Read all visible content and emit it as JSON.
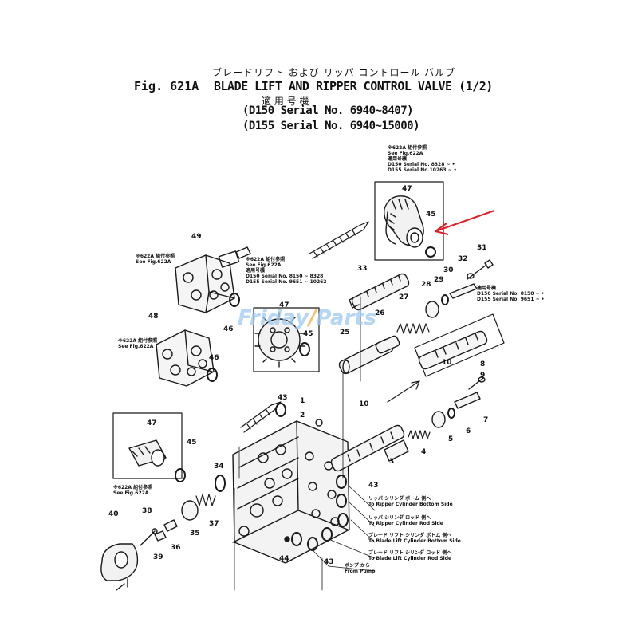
{
  "header": {
    "jp_title": "ブレードリフト および リッパ コントロール バルブ",
    "fig_label": "Fig. 621A",
    "main_title": "BLADE LIFT AND RIPPER CONTROL VALVE (1/2)",
    "jp_applicable": "適 用 号 機",
    "serial_d150": "(D150 Serial No. 6940~8407)",
    "serial_d155": "(D155 Serial No. 6940~15000)"
  },
  "callouts": {
    "top_right": [
      "※622A 組付参照",
      "See Fig.622A",
      "適用号機",
      "D150 Serial No. 8328 ~ •",
      "D155 Serial No.10263 ~ •"
    ],
    "mid_center": [
      "※622A 組付参照",
      "See Fig.622A",
      "適用号機",
      "D150 Serial No. 8150 ~ 8328",
      "D155 Serial No. 9651 ~ 10262"
    ],
    "part49": [
      "※622A 組付参照",
      "See Fig.622A"
    ],
    "part48": [
      "※622A 組付参照",
      "See Fig.622A"
    ],
    "part47_lower": [
      "※622A 組付参照",
      "See Fig.622A"
    ],
    "right_serial": [
      "適用号機",
      "D150 Serial No. 8150 ~ •",
      "D155 Serial No. 9651 ~ •"
    ]
  },
  "port_labels": [
    [
      "リッパ シリンダ ボトム 側へ",
      "To Ripper Cylinder Bottom Side"
    ],
    [
      "リッパ シリンダ ロッド 側へ",
      "To Ripper Cylinder Rod Side"
    ],
    [
      "ブレード リフト シリンダ ボトム 側へ",
      "To Blade Lift Cylinder Bottom Side"
    ],
    [
      "ブレード リフト シリンダ ロッド 側へ",
      "To Blade Lift Cylinder Rod Side"
    ],
    [
      "ポンプ から",
      "From Pump"
    ]
  ],
  "part_numbers": {
    "p1": "1",
    "p2": "2",
    "p3": "3",
    "p4": "4",
    "p5": "5",
    "p6": "6",
    "p7": "7",
    "p8": "8",
    "p9": "9",
    "p10a": "10",
    "p10b": "10",
    "p25": "25",
    "p26": "26",
    "p27": "27",
    "p28": "28",
    "p29": "29",
    "p30": "30",
    "p31": "31",
    "p32": "32",
    "p33": "33",
    "p34": "34",
    "p35": "35",
    "p36": "36",
    "p37": "37",
    "p38": "38",
    "p39": "39",
    "p40": "40",
    "p43a": "43",
    "p43b": "43",
    "p43c": "43",
    "p44": "44",
    "p45a": "45",
    "p45b": "45",
    "p45c": "45",
    "p46a": "46",
    "p46b": "46",
    "p47a": "47",
    "p47b": "47",
    "p47c": "47",
    "p48": "48",
    "p49": "49"
  },
  "watermark": {
    "part1": "Friday",
    "part2": "Parts"
  },
  "colors": {
    "ink": "#1a1a1a",
    "arrow": "#e0202a",
    "watermark": "#9ec9f0",
    "watermark_accent": "#f2a93b"
  }
}
